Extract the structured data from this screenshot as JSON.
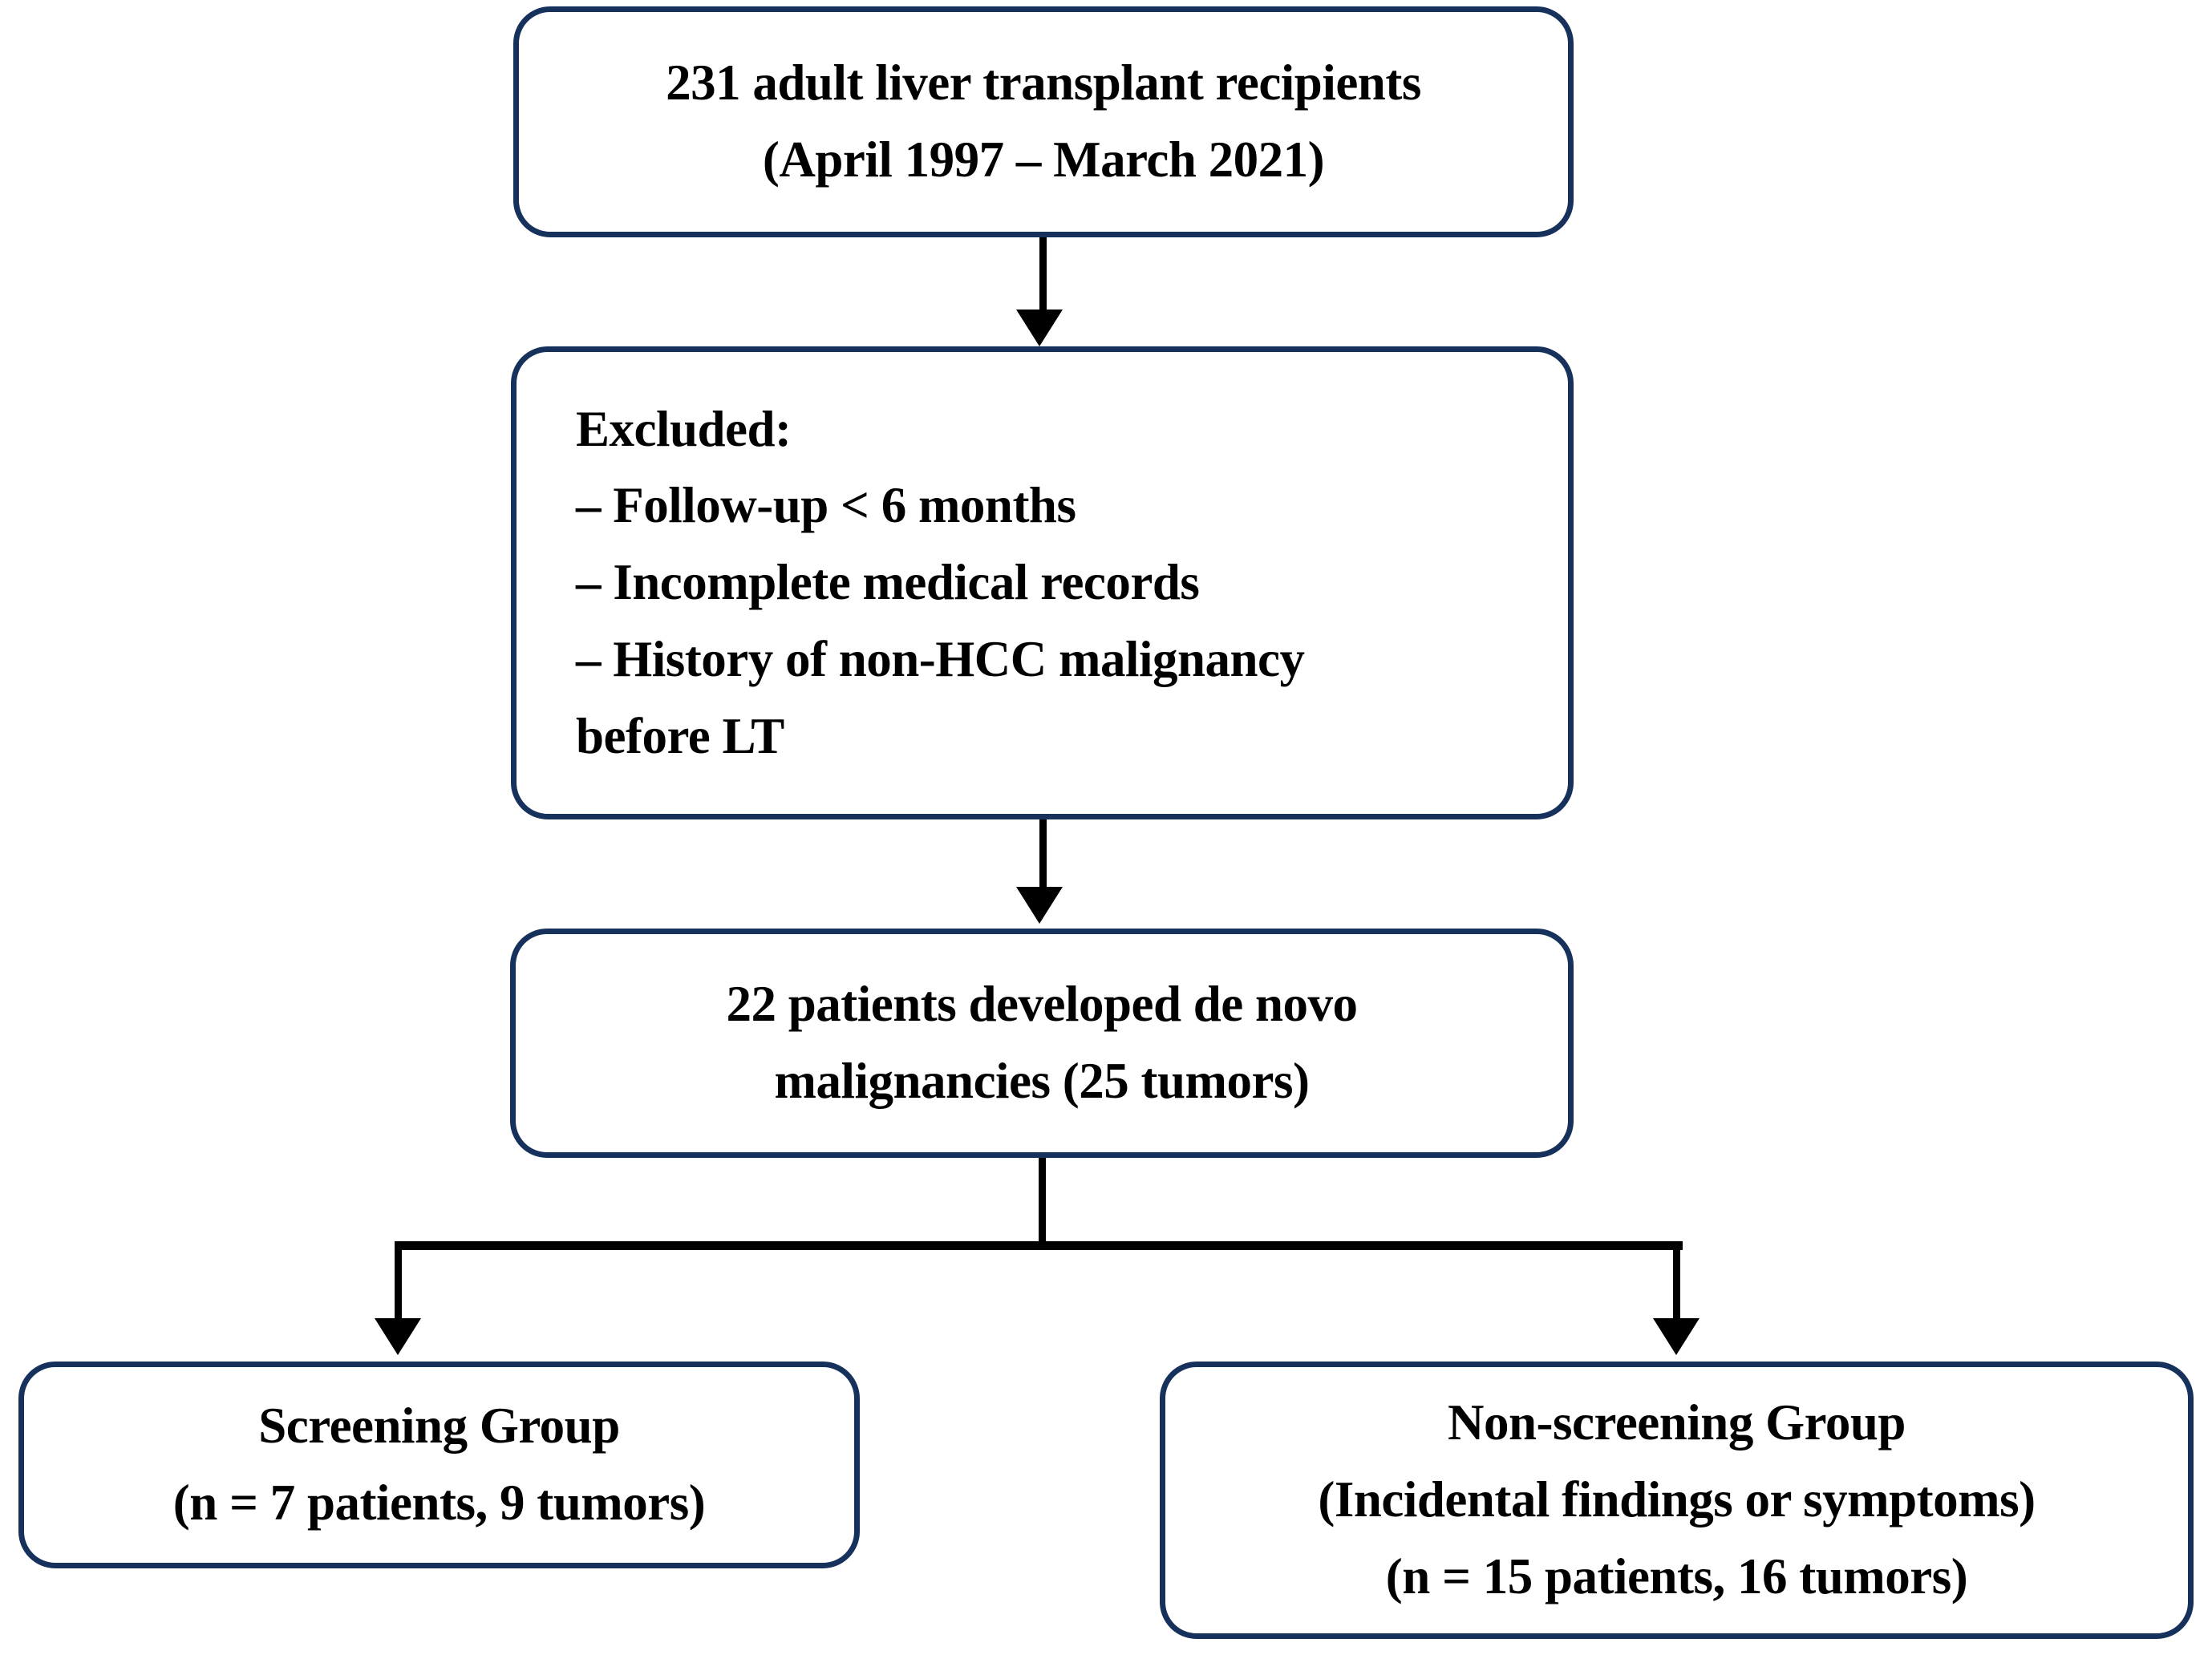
{
  "figure": {
    "type": "flowchart",
    "orientation": "top-down",
    "accent_color": "#16315c",
    "connector_color": "#000000",
    "background_color": "#ffffff"
  },
  "nodes": {
    "cohort": {
      "lines": [
        "231 adult liver transplant recipients",
        "(April 1997 – March 2021)"
      ]
    },
    "excluded": {
      "lines": [
        "Excluded:",
        "– Follow-up < 6 months",
        "– Incomplete medical records",
        "– History of non-HCC malignancy",
        "before LT"
      ]
    },
    "denovo": {
      "lines": [
        "22 patients developed de novo",
        "malignancies (25 tumors)"
      ]
    },
    "screening": {
      "lines": [
        "Screening Group",
        "(n = 7 patients, 9 tumors)"
      ]
    },
    "nonscreening": {
      "lines": [
        "Non-screening Group",
        "(Incidental findings or symptoms)",
        "(n = 15 patients, 16 tumors)"
      ]
    }
  }
}
